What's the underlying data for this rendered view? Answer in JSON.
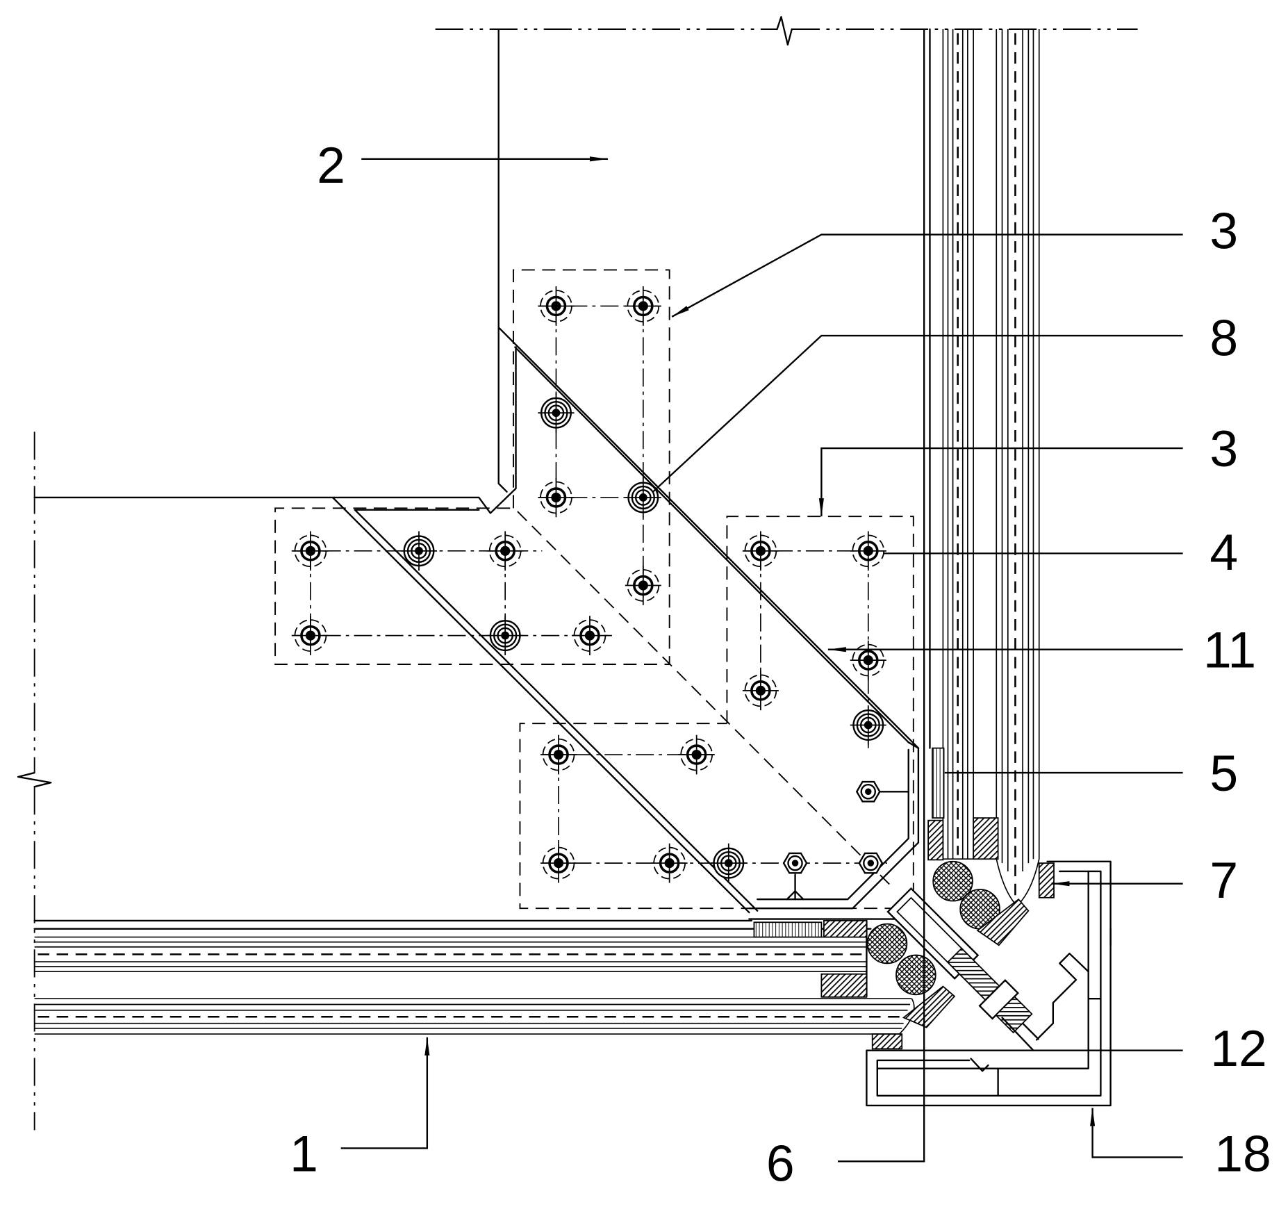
{
  "diagram": {
    "callouts": [
      {
        "label": "2"
      },
      {
        "label": "3"
      },
      {
        "label": "8"
      },
      {
        "label": "3"
      },
      {
        "label": "4"
      },
      {
        "label": "11"
      },
      {
        "label": "5"
      },
      {
        "label": "7"
      },
      {
        "label": "12"
      },
      {
        "label": "18"
      },
      {
        "label": "6"
      },
      {
        "label": "1"
      }
    ]
  },
  "colors": {
    "line": "#000000",
    "background": "#ffffff"
  }
}
